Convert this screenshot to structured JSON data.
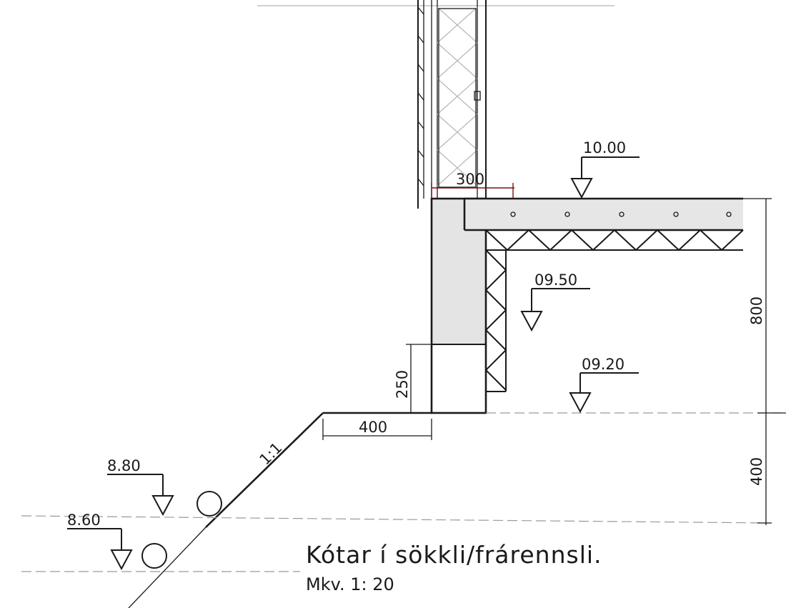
{
  "levels": {
    "top": "10.00",
    "mid": "09.50",
    "ground": "09.20",
    "drain_upper": "8.80",
    "drain_lower": "8.60"
  },
  "dimensions": {
    "slab_overhang": "300",
    "plinth_step": "250",
    "footing_width": "400",
    "total_height": "800",
    "drain_depth": "400",
    "slope": "1:1"
  },
  "title": {
    "main": "Kótar í sökkli/frárennsli.",
    "scale": "Mkv. 1: 20"
  }
}
